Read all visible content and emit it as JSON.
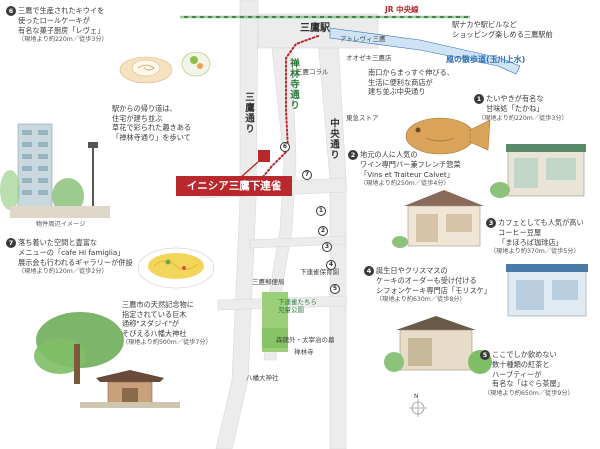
{
  "stations": {
    "mitaka": "三鷹駅",
    "jr_line": "JR 中央線"
  },
  "streets": {
    "kaze_no_sanpomichi": "風の散歩道(玉川上水)",
    "mitaka_dori": "三鷹通り",
    "chuo_dori": "中央通り",
    "zenrinji_dori": "禅林寺通り"
  },
  "property": {
    "name": "イニシア三鷹下連雀",
    "image_caption": "物件周辺イメージ"
  },
  "landmarks": {
    "atre": "アトレヴィ三鷹",
    "odakyu": "オオゼキ三鷹店",
    "colal": "三鷹コラル",
    "tokyu_store": "東急ストア",
    "hoikuen": "下連雀保育園",
    "mitaka_yuubin": "三鷹郵便局",
    "jidou_kouen": "下連雀たちら児童公園",
    "shinrinji_tera": "森鷗外・太宰治の墓",
    "zenrinji": "禅林寺",
    "hachiman": "八幡大神社"
  },
  "callouts": {
    "c1": {
      "num": "1",
      "lines": [
        "たいやきが有名な",
        "甘味処「たかね」"
      ],
      "dist": "（現地より約220m／徒歩3分）"
    },
    "c2": {
      "num": "2",
      "lines": [
        "地元の人に人気の",
        "ワイン専門バー兼フレンチ惣菜",
        "「Vins et Traiteur Calvet」"
      ],
      "dist": "（現地より約250m／徒歩4分）"
    },
    "c3": {
      "num": "3",
      "lines": [
        "カフェとしても人気が高い",
        "コーヒー豆屋",
        "「まほろば珈琲店」"
      ],
      "dist": "（現地より約370m／徒歩5分）"
    },
    "c4": {
      "num": "4",
      "lines": [
        "誕生日やクリスマスの",
        "ケーキのオーダーも受け付ける",
        "シフォンケーキ専門店「モリスケ」"
      ],
      "dist": "（現地より約630m／徒歩8分）"
    },
    "c5": {
      "num": "5",
      "lines": [
        "ここでしか飲めない",
        "数十種類の紅茶と",
        "ハーブティーが",
        "有名な「はぐら茶屋」"
      ],
      "dist": "（現地より約650m／徒歩9分）"
    },
    "c6": {
      "num": "6",
      "lines": [
        "三鷹で生産されたキウイを",
        "使ったロールケーキが",
        "有名な菓子厨房「レヴェ」"
      ],
      "dist": "（現地より約220m／徒歩3分）"
    },
    "c7": {
      "num": "7",
      "lines": [
        "落ち着いた空間と豊富な",
        "メニューの「cafe Hi famiglia」",
        "展示会も行われるギャラリーが併設"
      ],
      "dist": "（現地より約120m／徒歩2分）"
    },
    "station_note": {
      "lines": [
        "駅ナカや駅ビルなど",
        "ショッピング楽しめる三鷹駅前"
      ]
    },
    "south_note": {
      "lines": [
        "南口からまっすぐ伸びる、",
        "生活に便利な商店が",
        "建ち並ぶ中央通り"
      ]
    },
    "walk_note": {
      "lines": [
        "駅からの帰り道は、",
        "住宅が建ち並ぶ",
        "草花で彩られた趣きある",
        "「禅林寺通り」を歩いて"
      ]
    },
    "tree_note": {
      "lines": [
        "三鷹市の天然記念物に",
        "指定されている巨木",
        "通称\"スダジイ\"が",
        "そびえる八幡大神社"
      ],
      "dist": "（現地より約500m／徒歩7分）"
    }
  },
  "colors": {
    "accent_red": "#b8282d",
    "river_blue": "#2e6fb5",
    "jr_green": "#3c8a3c",
    "road": "#eeeeee",
    "park": "#9ccf7a"
  },
  "compass": "N"
}
